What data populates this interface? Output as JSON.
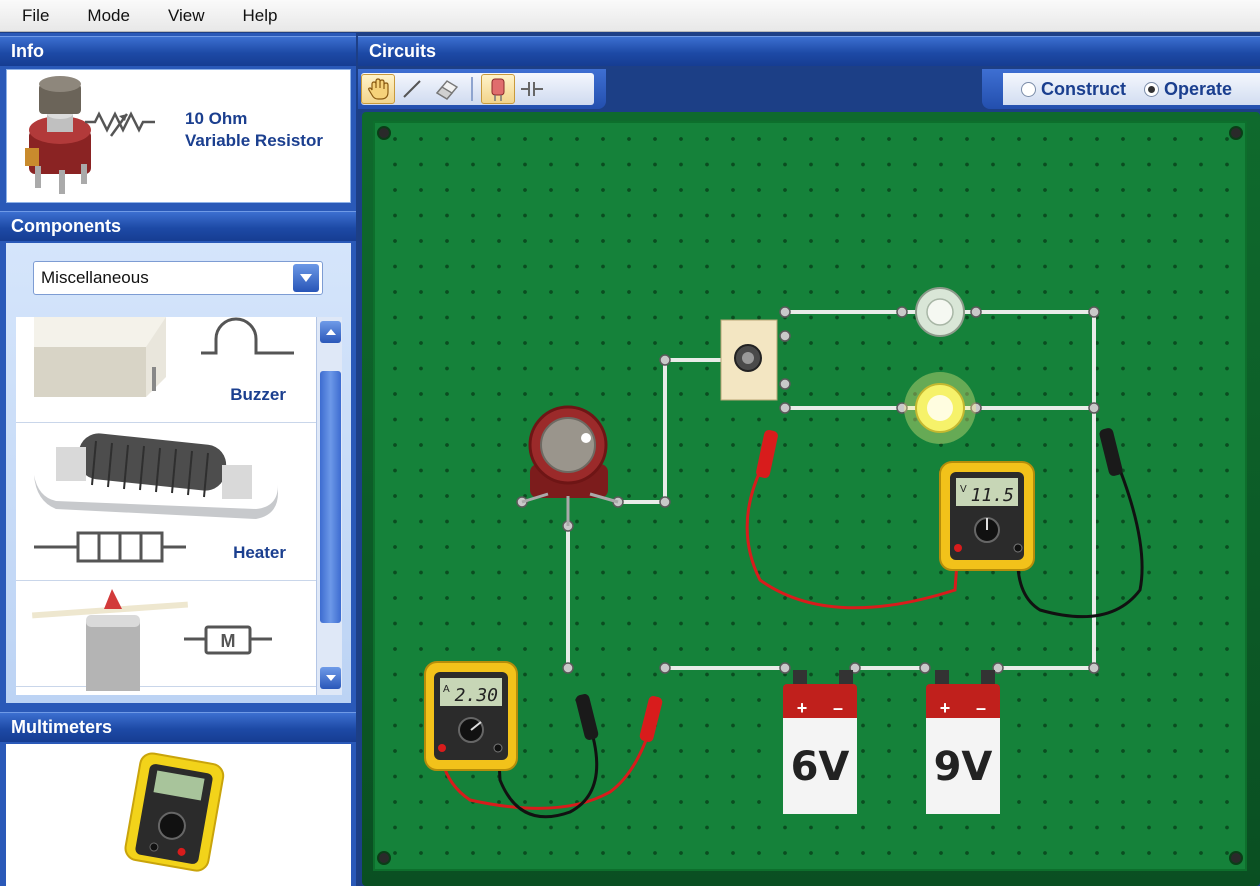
{
  "menu": [
    "File",
    "Mode",
    "View",
    "Help"
  ],
  "info": {
    "title": "Info",
    "component_line1": "10 Ohm",
    "component_line2": "Variable Resistor"
  },
  "components": {
    "title": "Components",
    "category": "Miscellaneous",
    "items": [
      {
        "label": "Buzzer",
        "icon": "buzzer-icon"
      },
      {
        "label": "Heater",
        "icon": "heater-icon"
      },
      {
        "label": "",
        "icon": "motor-icon"
      }
    ]
  },
  "multimeters": {
    "title": "Multimeters"
  },
  "circuits": {
    "title": "Circuits",
    "tools": [
      "hand-icon",
      "wire-icon",
      "eraser-icon",
      "component-icon",
      "capacitor-icon"
    ],
    "modes": [
      {
        "label": "Construct",
        "selected": false
      },
      {
        "label": "Operate",
        "selected": true
      }
    ],
    "ammeter": {
      "mode": "A",
      "reading": "2.30"
    },
    "voltmeter": {
      "mode": "V",
      "reading": "11.5"
    },
    "batteries": [
      {
        "label": "6V",
        "plus": "+",
        "minus": "–"
      },
      {
        "label": "9V",
        "plus": "+",
        "minus": "–"
      }
    ],
    "colors": {
      "board": "#15823a",
      "wire": "#e8ece8",
      "lead_red": "#d81c1c",
      "lead_black": "#111111",
      "meter_body": "#f2c21a"
    }
  }
}
